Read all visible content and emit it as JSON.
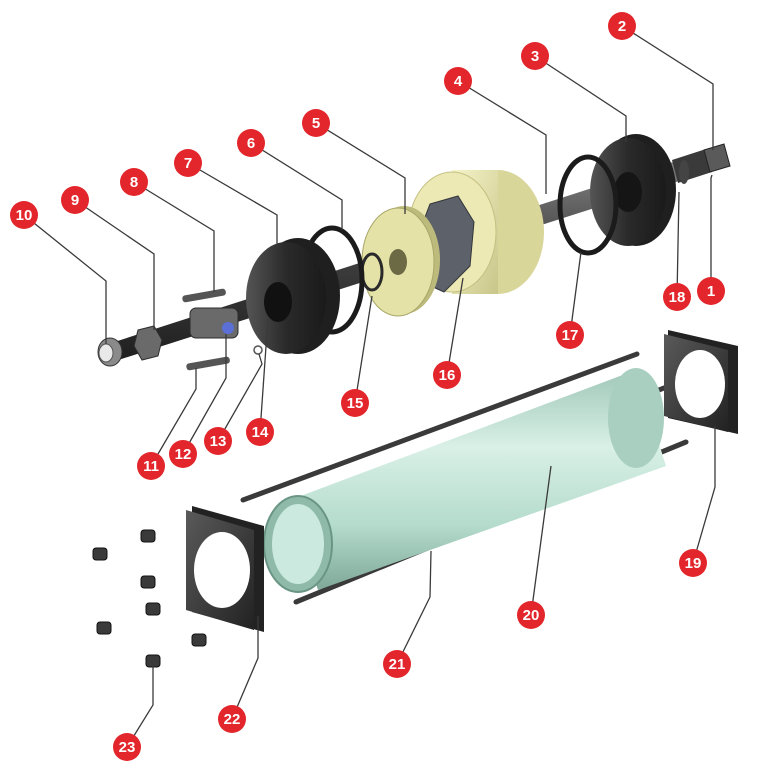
{
  "colors": {
    "callout_red": "#e3262b",
    "leader_line": "#3a3a3a",
    "rod_gray": "#4d4d4d",
    "cap_dark": "#2e2e2e",
    "tube_green": "#bfe3d6",
    "disc_yellow": "#e4e2a6",
    "piston_yellow": "#ece9b4",
    "background": "#ffffff"
  },
  "callouts": [
    {
      "label": "1",
      "part": "rod-end-nut"
    },
    {
      "label": "2",
      "part": "rod-end-thread"
    },
    {
      "label": "3",
      "part": "rear-piston-head"
    },
    {
      "label": "4",
      "part": "piston-rod"
    },
    {
      "label": "5",
      "part": "guide-disc"
    },
    {
      "label": "6",
      "part": "front-o-ring"
    },
    {
      "label": "7",
      "part": "front-end-head"
    },
    {
      "label": "8",
      "part": "valve-pin"
    },
    {
      "label": "9",
      "part": "hex-nut"
    },
    {
      "label": "10",
      "part": "end-nut"
    },
    {
      "label": "11",
      "part": "lower-valve-pin"
    },
    {
      "label": "12",
      "part": "valve-body"
    },
    {
      "label": "13",
      "part": "small-o-ring"
    },
    {
      "label": "14",
      "part": "head-bore"
    },
    {
      "label": "15",
      "part": "inner-seal"
    },
    {
      "label": "16",
      "part": "hex-piston-nut"
    },
    {
      "label": "17",
      "part": "rear-o-ring"
    },
    {
      "label": "18",
      "part": "rear-seal"
    },
    {
      "label": "19",
      "part": "rear-end-plate"
    },
    {
      "label": "20",
      "part": "cylinder-barrel"
    },
    {
      "label": "21",
      "part": "tie-rod"
    },
    {
      "label": "22",
      "part": "front-end-plate"
    },
    {
      "label": "23",
      "part": "tie-rod-nut"
    }
  ]
}
